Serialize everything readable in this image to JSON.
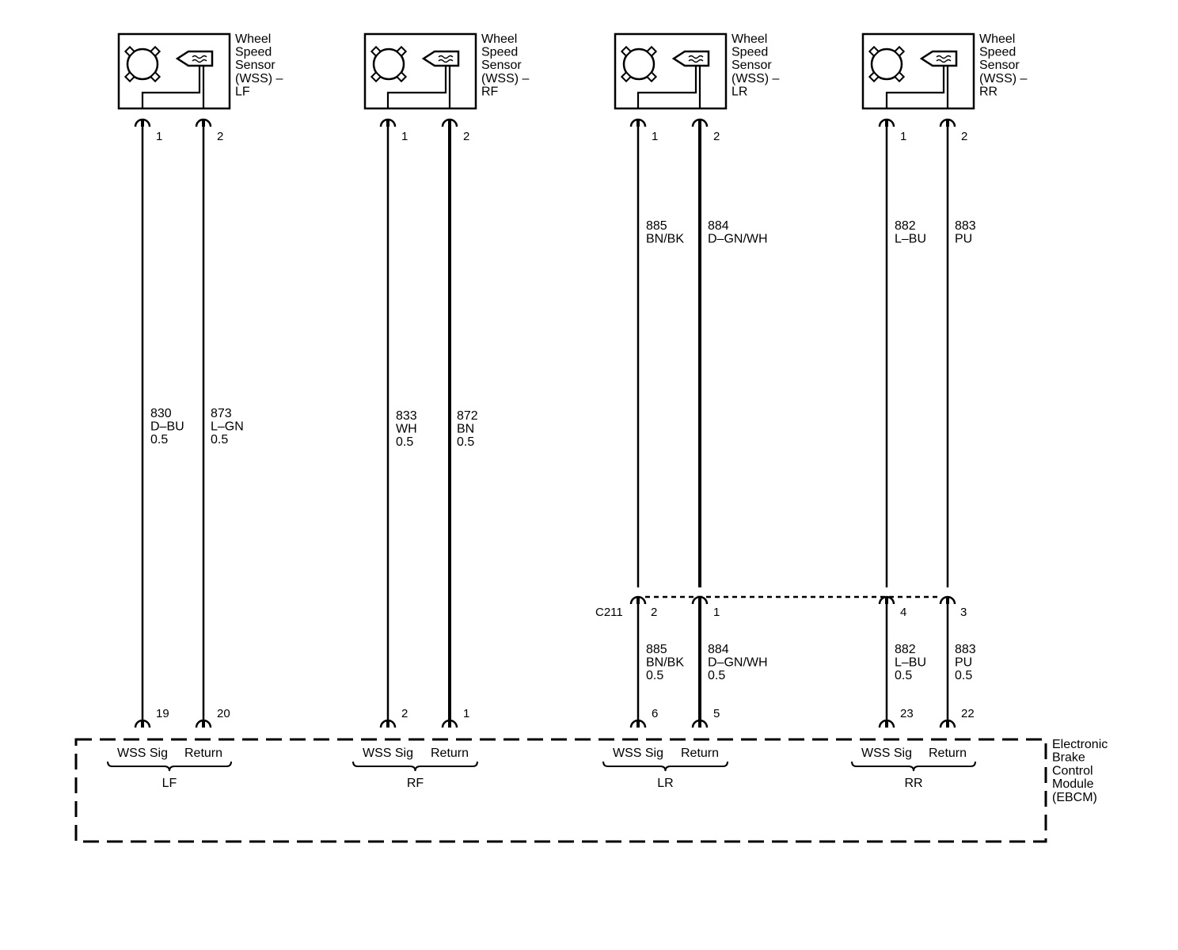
{
  "colors": {
    "ink": "#000000",
    "background": "#ffffff"
  },
  "sensor_label_lines": [
    "Wheel",
    "Speed",
    "Sensor",
    "(WSS) –"
  ],
  "sensors": [
    {
      "id": "lf",
      "position": "LF",
      "pin_sig": "1",
      "pin_ret": "2"
    },
    {
      "id": "rf",
      "position": "RF",
      "pin_sig": "1",
      "pin_ret": "2"
    },
    {
      "id": "lr",
      "position": "LR",
      "pin_sig": "1",
      "pin_ret": "2"
    },
    {
      "id": "rr",
      "position": "RR",
      "pin_sig": "1",
      "pin_ret": "2"
    }
  ],
  "upper_wires": {
    "lf_sig": [
      "830",
      "D–BU",
      "0.5"
    ],
    "lf_ret": [
      "873",
      "L–GN",
      "0.5"
    ],
    "rf_sig": [
      "833",
      "WH",
      "0.5"
    ],
    "rf_ret": [
      "872",
      "BN",
      "0.5"
    ],
    "lr_sig": [
      "885",
      "BN/BK"
    ],
    "lr_ret": [
      "884",
      "D–GN/WH"
    ],
    "rr_sig": [
      "882",
      "L–BU"
    ],
    "rr_ret": [
      "883",
      "PU"
    ]
  },
  "connector_c211": {
    "name": "C211",
    "pins": {
      "lr_sig": "2",
      "lr_ret": "1",
      "rr_sig": "4",
      "rr_ret": "3"
    }
  },
  "lower_wires": {
    "lr_sig": [
      "885",
      "BN/BK",
      "0.5"
    ],
    "lr_ret": [
      "884",
      "D–GN/WH",
      "0.5"
    ],
    "rr_sig": [
      "882",
      "L–BU",
      "0.5"
    ],
    "rr_ret": [
      "883",
      "PU",
      "0.5"
    ]
  },
  "ebcm": {
    "name_lines": [
      "Electronic",
      "Brake",
      "Control",
      "Module",
      "(EBCM)"
    ],
    "sig_label": "WSS Sig",
    "ret_label": "Return",
    "groups": [
      {
        "id": "lf",
        "label": "LF",
        "pin_sig": "19",
        "pin_ret": "20"
      },
      {
        "id": "rf",
        "label": "RF",
        "pin_sig": "2",
        "pin_ret": "1"
      },
      {
        "id": "lr",
        "label": "LR",
        "pin_sig": "6",
        "pin_ret": "5"
      },
      {
        "id": "rr",
        "label": "RR",
        "pin_sig": "23",
        "pin_ret": "22"
      }
    ]
  }
}
